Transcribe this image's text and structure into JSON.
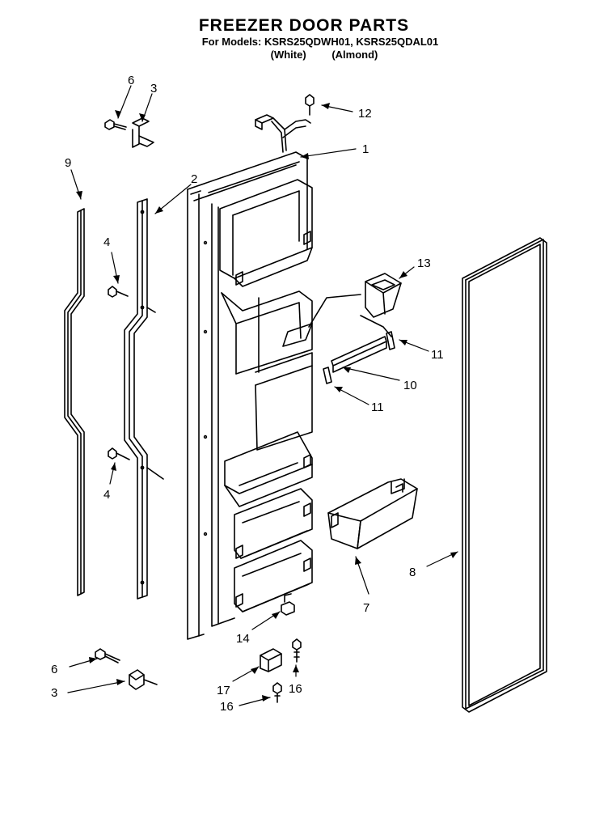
{
  "header": {
    "title": "FREEZER DOOR PARTS",
    "models_line": "For Models: KSRS25QDWH01, KSRS25QDAL01",
    "variant_white": "(White)",
    "variant_almond": "(Almond)"
  },
  "callouts": [
    {
      "id": "c6a",
      "text": "6"
    },
    {
      "id": "c3a",
      "text": "3"
    },
    {
      "id": "c12",
      "text": "12"
    },
    {
      "id": "c1",
      "text": "1"
    },
    {
      "id": "c9",
      "text": "9"
    },
    {
      "id": "c2",
      "text": "2"
    },
    {
      "id": "c4a",
      "text": "4"
    },
    {
      "id": "c13",
      "text": "13"
    },
    {
      "id": "c11a",
      "text": "11"
    },
    {
      "id": "c10",
      "text": "10"
    },
    {
      "id": "c11b",
      "text": "11"
    },
    {
      "id": "c4b",
      "text": "4"
    },
    {
      "id": "c8",
      "text": "8"
    },
    {
      "id": "c7",
      "text": "7"
    },
    {
      "id": "c14",
      "text": "14"
    },
    {
      "id": "c6b",
      "text": "6"
    },
    {
      "id": "c3b",
      "text": "3"
    },
    {
      "id": "c17",
      "text": "17"
    },
    {
      "id": "c16a",
      "text": "16"
    },
    {
      "id": "c16b",
      "text": "16"
    }
  ]
}
